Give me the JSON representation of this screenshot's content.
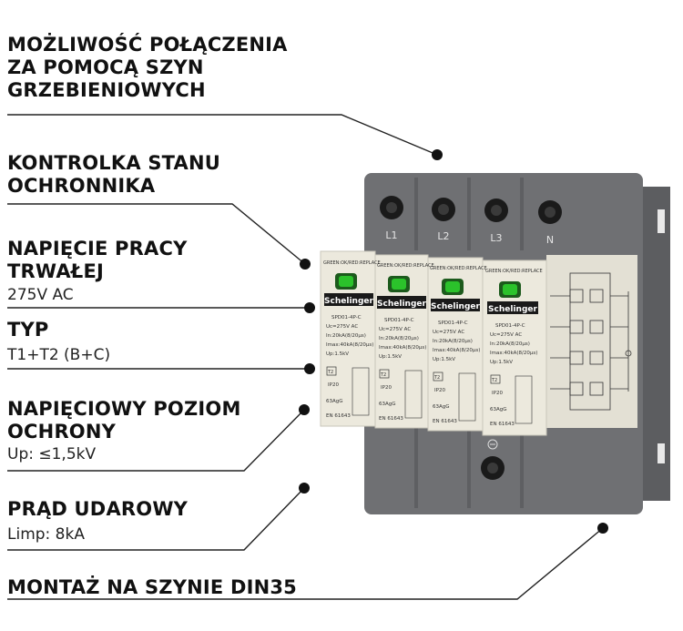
{
  "features": [
    {
      "title_lines": [
        "MOŻLIWOŚĆ POŁĄCZENIA",
        "ZA POMOCĄ SZYN",
        "GRZEBIENIOWYCH"
      ]
    },
    {
      "title_lines": [
        "KONTROLKA STANU",
        "OCHRONNIKA"
      ]
    },
    {
      "title_lines": [
        "NAPIĘCIE PRACY",
        "TRWAŁEJ"
      ],
      "value": "275V AC"
    },
    {
      "title_lines": [
        "TYP"
      ],
      "value": "T1+T2 (B+C)"
    },
    {
      "title_lines": [
        "NAPIĘCIOWY POZIOM",
        "OCHRONY"
      ],
      "value": "Up: ≤1,5kV"
    },
    {
      "title_lines": [
        "PRĄD UDAROWY"
      ],
      "value": "Limp: 8kA"
    },
    {
      "title_lines": [
        "MONTAŻ NA SZYNIE DIN35"
      ]
    }
  ],
  "device": {
    "terminal_labels": [
      "L1",
      "L2",
      "L3",
      "N"
    ],
    "status_text": "GREEN:OK/RED:REPLACE",
    "brand": "Schelinger",
    "model": "SPD01-4P-C",
    "spec_lines": [
      "Uc=275V AC",
      "In:20kA(8/20μs)",
      "Imax:40kA(8/20μs)",
      "Up:1.5kV"
    ],
    "type_mark": "T2",
    "ip": "IP20",
    "fuse": "63AgG",
    "standard": "EN 61643",
    "colors": {
      "housing": "#6f7073",
      "front": "#ece9dd",
      "indicator": "#2bc22b"
    }
  }
}
